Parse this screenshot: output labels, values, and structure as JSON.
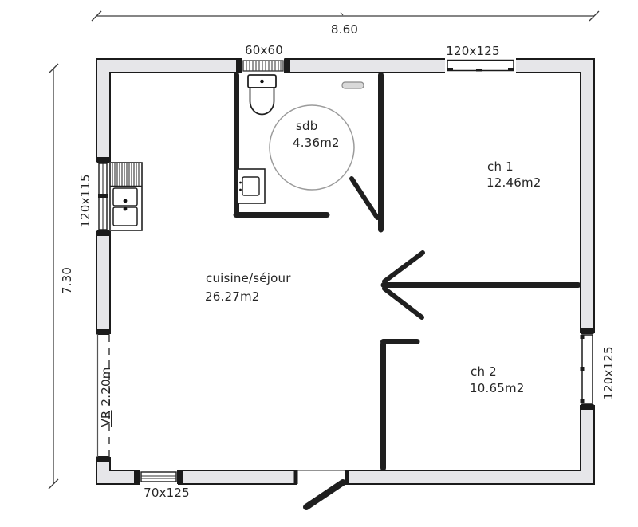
{
  "plan": {
    "dimensions": {
      "overall_width": "8.60",
      "overall_height": "7.30"
    },
    "rooms": {
      "sdb": {
        "name": "sdb",
        "area": "4.36m2"
      },
      "ch1": {
        "name": "ch 1",
        "area": "12.46m2"
      },
      "cuisine": {
        "name": "cuisine/séjour",
        "area": "26.27m2"
      },
      "ch2": {
        "name": "ch 2",
        "area": "10.65m2"
      }
    },
    "openings": {
      "wc_window": "60x60",
      "ch1_window": "120x125",
      "kitchen_window": "120x115",
      "ch2_window": "120x125",
      "bottom_window": "70x125",
      "bay": {
        "code": "VR",
        "size": "2.20m"
      }
    },
    "colors": {
      "wall_fill": "#e6e6e9",
      "line": "#1b1b1b",
      "background": "#ffffff"
    }
  }
}
